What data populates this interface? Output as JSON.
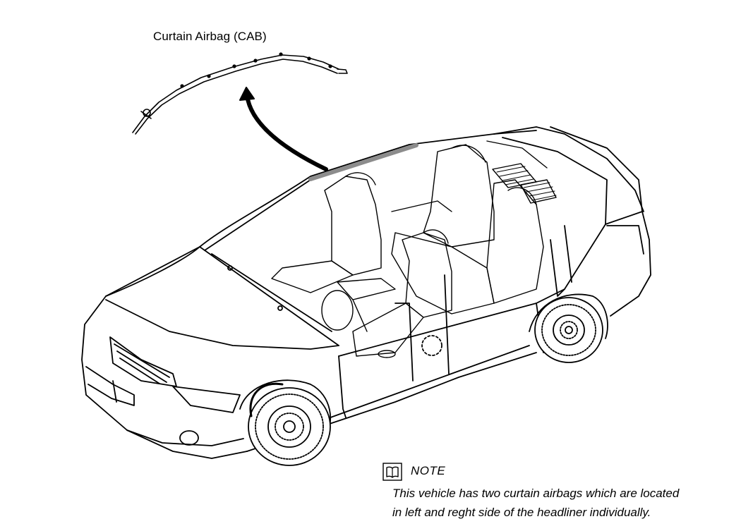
{
  "callout": {
    "label": "Curtain Airbag (CAB)"
  },
  "note": {
    "icon": "book-icon",
    "title": "NOTE",
    "lines": [
      "This vehicle has two curtain airbags which are located",
      "in left and reght side of the headliner individually."
    ]
  },
  "colors": {
    "ink": "#000000",
    "paper": "#ffffff",
    "highlight": "#8c8c8c"
  }
}
